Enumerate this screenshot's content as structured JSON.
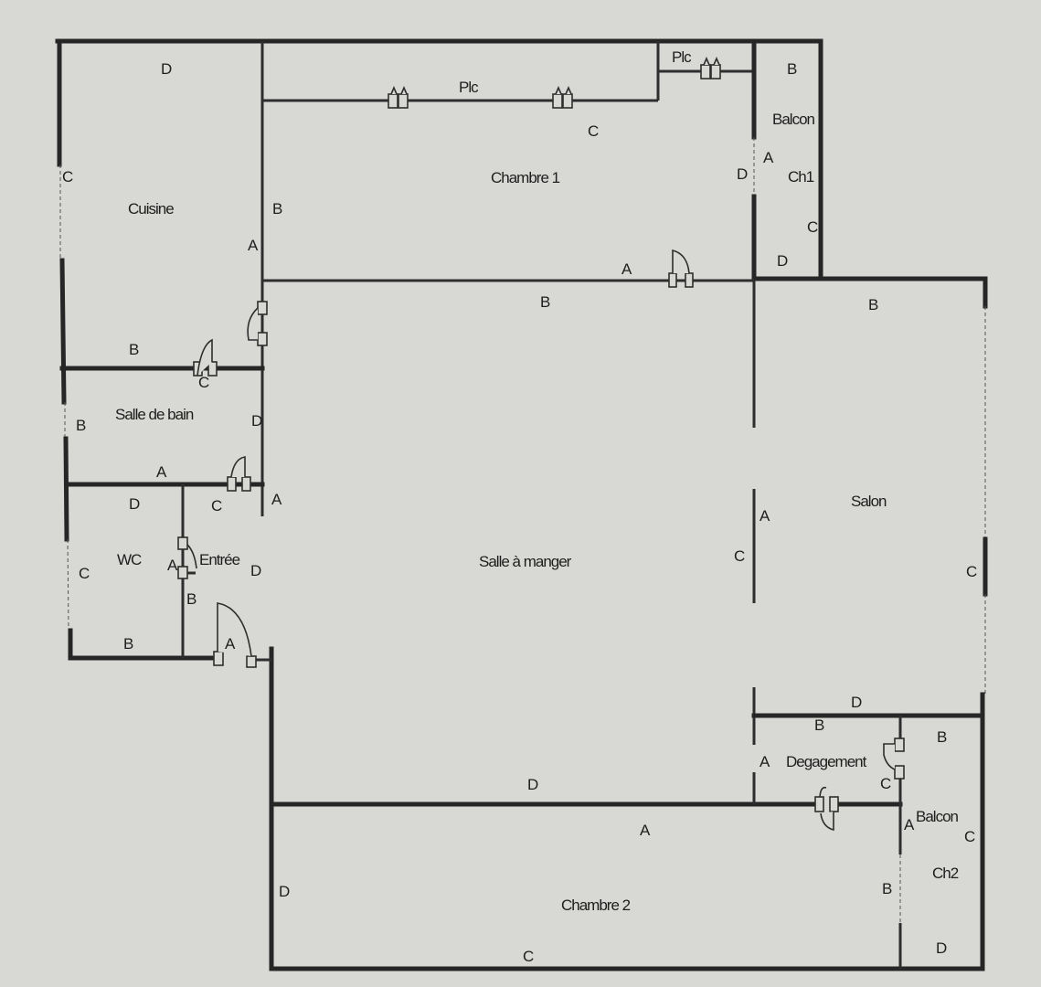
{
  "rooms": {
    "cuisine": "Cuisine",
    "chambre1": "Chambre 1",
    "plc1": "Plc",
    "plc2": "Plc",
    "balcon_ch1_a": "Balcon",
    "balcon_ch1_b": "Ch1",
    "salle_de_bain": "Salle de bain",
    "wc": "WC",
    "entree": "Entrée",
    "salle_a_manger": "Salle à manger",
    "salon": "Salon",
    "degagement": "Degagement",
    "balcon_ch2_a": "Balcon",
    "balcon_ch2_b": "Ch2",
    "chambre2": "Chambre 2"
  },
  "wall_letters": [
    "D",
    "C",
    "B",
    "A",
    "C",
    "D",
    "A",
    "B",
    "C",
    "D",
    "A",
    "B",
    "B",
    "B",
    "C",
    "B",
    "D",
    "A",
    "D",
    "C",
    "A",
    "C",
    "A",
    "B",
    "D",
    "B",
    "A",
    "A",
    "C",
    "C",
    "D",
    "B",
    "A",
    "B",
    "C",
    "D",
    "A",
    "A",
    "C",
    "D",
    "B",
    "C",
    "D"
  ],
  "colors": {
    "wall": "#262626",
    "paper": "#d8d9d5"
  }
}
